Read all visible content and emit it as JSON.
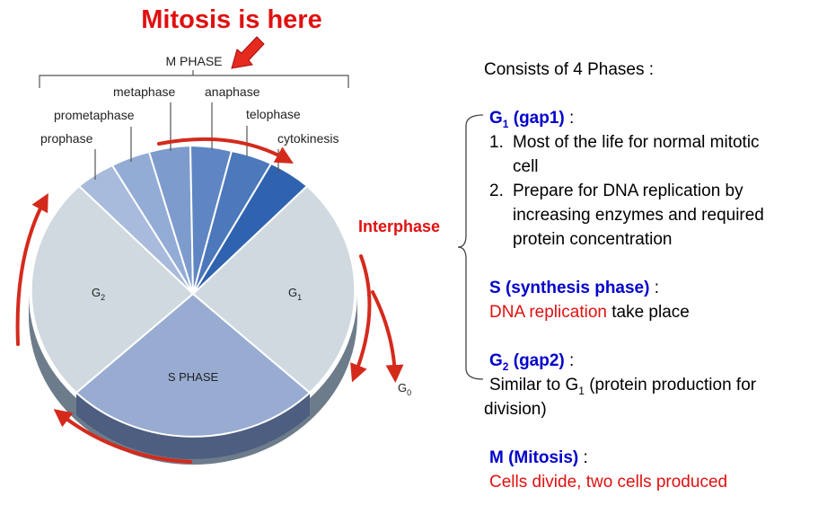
{
  "headline": "Mitosis is here",
  "m_phase_label": "M PHASE",
  "mitosis_stages": {
    "prophase": "prophase",
    "prometaphase": "prometaphase",
    "metaphase": "metaphase",
    "anaphase": "anaphase",
    "telophase": "telophase",
    "cytokinesis": "cytokinesis"
  },
  "pie_labels": {
    "g2": "G",
    "g2_sub": "2",
    "g1": "G",
    "g1_sub": "1",
    "s_phase": "S PHASE",
    "g0": "G",
    "g0_sub": "0"
  },
  "interphase_label": "Interphase",
  "colors": {
    "red": "#e01010",
    "blue": "#0000cc",
    "arrow": "#d42a1c",
    "g1_g2": "#cfd9df",
    "s_phase": "#98acd2",
    "mitosis_light": "#a9bbdc",
    "mitosis_dark": "#2f63b0"
  },
  "panel": {
    "intro": "Consists of 4  Phases :",
    "g1": {
      "title_main": "G",
      "title_sub": "1",
      "title_rest": " (gap1)",
      "colon": " :",
      "item1_num": "1.",
      "item1_line1": "Most of the life for normal mitotic",
      "item1_line2": "cell",
      "item2_num": "2.",
      "item2_line1": "Prepare for DNA replication by",
      "item2_line2": "increasing enzymes and required",
      "item2_line3": "protein concentration"
    },
    "s": {
      "title": "S (synthesis phase)",
      "colon": " :",
      "desc_red": "DNA replication",
      "desc_rest": " take place"
    },
    "g2": {
      "title_main": "G",
      "title_sub": "2",
      "title_rest": " (gap2)",
      "colon": " :",
      "desc_a": "Similar to G",
      "desc_sub": "1",
      "desc_b": " (protein production for",
      "desc_line2": "division)"
    },
    "m": {
      "title": "M (Mitosis)",
      "colon": " :",
      "desc": "Cells divide, two cells produced"
    }
  }
}
